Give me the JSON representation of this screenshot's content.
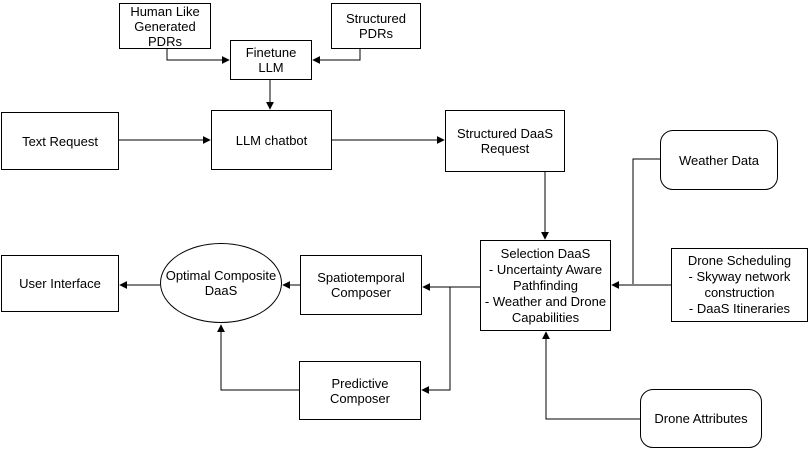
{
  "diagram": {
    "colors": {
      "background": "#ffffff",
      "box_border": "#000000",
      "box_fill": "#ffffff",
      "line": "#000000",
      "text": "#000000"
    },
    "nodes": {
      "human_pdrs": {
        "label": "Human Like\nGenerated\nPDRs",
        "shape": "rect"
      },
      "structured_pdrs": {
        "label": "Structured\nPDRs",
        "shape": "rect"
      },
      "finetune_llm": {
        "label": "Finetune LLM",
        "shape": "rect"
      },
      "text_request": {
        "label": "Text Request",
        "shape": "rect"
      },
      "llm_chatbot": {
        "label": "LLM chatbot",
        "shape": "rect"
      },
      "structured_daas_request": {
        "label": "Structured DaaS\nRequest",
        "shape": "rect"
      },
      "weather_data": {
        "label": "Weather Data",
        "shape": "rounded"
      },
      "selection_daas": {
        "label": "Selection DaaS\n- Uncertainty Aware\nPathfinding\n- Weather and Drone\nCapabilities",
        "shape": "rect"
      },
      "drone_scheduling": {
        "label": "Drone Scheduling\n- Skyway network\nconstruction\n- DaaS Itineraries",
        "shape": "rect"
      },
      "user_interface": {
        "label": "User Interface",
        "shape": "rect"
      },
      "optimal_composite_daas": {
        "label": "Optimal Composite\nDaaS",
        "shape": "ellipse"
      },
      "spatiotemporal_composer": {
        "label": "Spatiotemporal\nComposer",
        "shape": "rect"
      },
      "predictive_composer": {
        "label": "Predictive Composer",
        "shape": "rect"
      },
      "drone_attributes": {
        "label": "Drone Attributes",
        "shape": "rounded"
      }
    },
    "edges": [
      {
        "from": "human_pdrs",
        "to": "finetune_llm"
      },
      {
        "from": "structured_pdrs",
        "to": "finetune_llm"
      },
      {
        "from": "finetune_llm",
        "to": "llm_chatbot"
      },
      {
        "from": "text_request",
        "to": "llm_chatbot"
      },
      {
        "from": "llm_chatbot",
        "to": "structured_daas_request"
      },
      {
        "from": "structured_daas_request",
        "to": "selection_daas"
      },
      {
        "from": "weather_data",
        "to": "selection_daas"
      },
      {
        "from": "drone_scheduling",
        "to": "selection_daas"
      },
      {
        "from": "drone_attributes",
        "to": "selection_daas"
      },
      {
        "from": "selection_daas",
        "to": "spatiotemporal_composer"
      },
      {
        "from": "selection_daas",
        "to": "predictive_composer"
      },
      {
        "from": "spatiotemporal_composer",
        "to": "optimal_composite_daas"
      },
      {
        "from": "predictive_composer",
        "to": "optimal_composite_daas"
      },
      {
        "from": "optimal_composite_daas",
        "to": "user_interface"
      }
    ]
  }
}
